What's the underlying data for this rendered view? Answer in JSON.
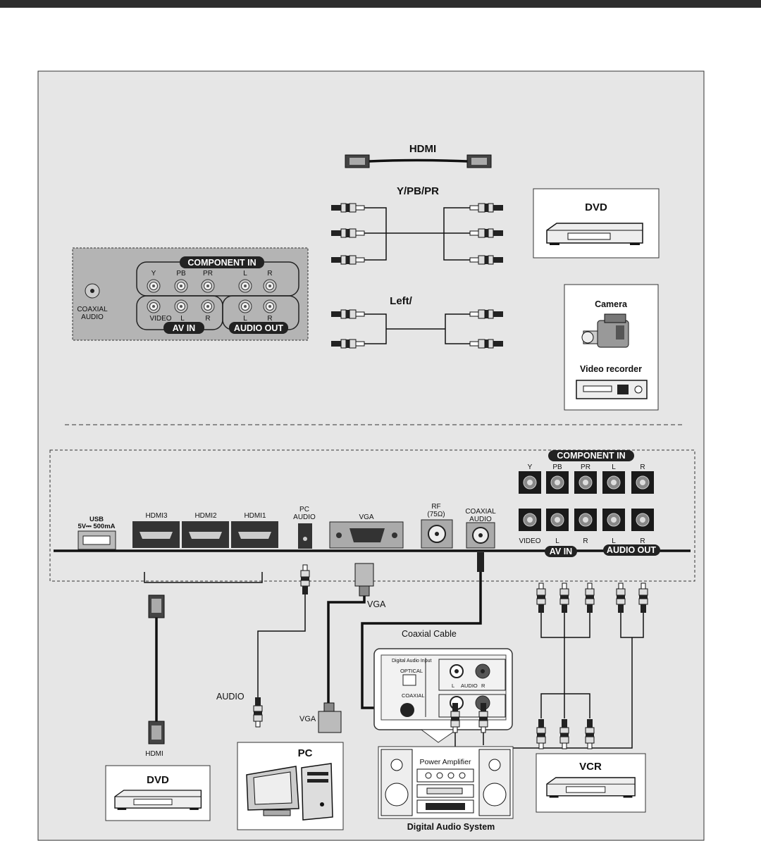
{
  "cables": {
    "hdmi": "HDMI",
    "component": "Y/PB/PR",
    "audio": "Left/"
  },
  "side_panel": {
    "component_in": "COMPONENT  IN",
    "jacks_top": [
      "Y",
      "PB",
      "PR",
      "L",
      "R"
    ],
    "coaxial": [
      "COAXIAL",
      "AUDIO"
    ],
    "jacks_bottom": [
      "VIDEO",
      "L",
      "R",
      "L",
      "R"
    ],
    "av_in": "AV  IN",
    "audio_out": "AUDIO OUT"
  },
  "devices_top": {
    "dvd": "DVD",
    "camera": "Camera",
    "video_recorder": "Video recorder"
  },
  "rear_panel": {
    "usb": [
      "USB",
      "5V⎓ 500mA"
    ],
    "hdmi_ports": [
      "HDMI3",
      "HDMI2",
      "HDMI1"
    ],
    "pc_audio": [
      "PC",
      "AUDIO"
    ],
    "vga": "VGA",
    "rf": [
      "RF",
      "(75Ω)"
    ],
    "coaxial": [
      "COAXIAL",
      "AUDIO"
    ],
    "component_in": "COMPONENT  IN",
    "jacks_top": [
      "Y",
      "PB",
      "PR",
      "L",
      "R"
    ],
    "jacks_bottom": [
      "VIDEO",
      "L",
      "R",
      "L",
      "R"
    ],
    "av_in": "AV  IN",
    "audio_out": "AUDIO OUT"
  },
  "connections": {
    "vga_top": "VGA",
    "coaxial_cable": "Coaxial Cable",
    "audio": "AUDIO",
    "vga_bottom": "VGA",
    "hdmi": "HDMI"
  },
  "amp_panel": {
    "digital_audio_input": "Digital Audio Input",
    "optical": "OPTICAL",
    "coaxial": "COAXIAL",
    "audio_lr": [
      "L",
      "AUDIO",
      "R"
    ]
  },
  "devices_bottom": {
    "dvd": "DVD",
    "pc": "PC",
    "power_amplifier": "Power Amplifier",
    "digital_audio_system": "Digital Audio System",
    "vcr": "VCR"
  }
}
